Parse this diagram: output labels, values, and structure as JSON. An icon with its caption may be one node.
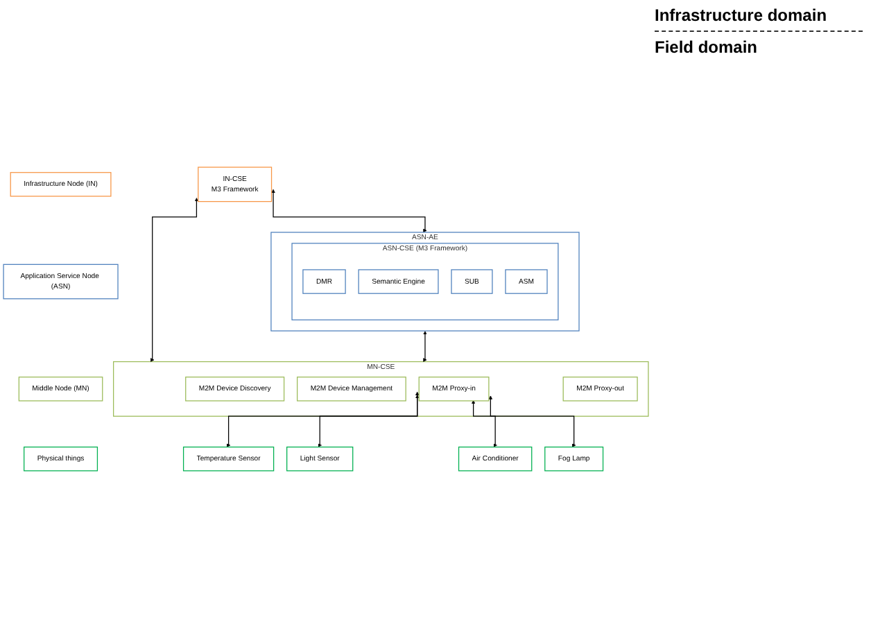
{
  "diagram": {
    "nodes": [
      {
        "text": [
          "Infrastructure Node (IN)"
        ]
      },
      {
        "text": [
          "IN-CSE",
          "M3 Framework"
        ]
      },
      {
        "text": [
          "Application Service Node (ASN)"
        ]
      },
      {
        "text": [
          "ASN-AE"
        ]
      },
      {
        "text": [
          "ASN-CSE (M3 Framework)"
        ],
        "in": 3
      },
      {
        "text": [
          "DMR"
        ],
        "in": 4
      },
      {
        "text": [
          "Semantic Engine"
        ],
        "in": 4
      },
      {
        "text": [
          "SUB"
        ],
        "in": 4
      },
      {
        "text": [
          "ASM"
        ],
        "in": 4
      },
      {
        "text": [
          "Middle Node (MN)"
        ]
      },
      {
        "text": [
          "MN-CSE"
        ]
      },
      {
        "text": [
          "M2M Device Discovery"
        ],
        "in": 10
      },
      {
        "text": [
          "M2M Device Management"
        ],
        "in": 10
      },
      {
        "text": [
          "M2M Proxy-in"
        ],
        "in": 10
      },
      {
        "text": [
          "M2M Proxy-out"
        ],
        "in": 10
      },
      {
        "text": [
          "Physical things"
        ]
      },
      {
        "text": [
          "Temperature Sensor"
        ]
      },
      {
        "text": [
          "Light Sensor"
        ]
      },
      {
        "text": [
          "Air Conditioner"
        ]
      },
      {
        "text": [
          "Fog Lamp"
        ]
      }
    ],
    "edges": [
      {
        "from": 1,
        "to": 3,
        "arrow": "both"
      },
      {
        "from": 1,
        "to": 10,
        "arrow": "both"
      },
      {
        "from": 3,
        "to": 10,
        "arrow": "both"
      },
      {
        "from": 13,
        "to": 16,
        "arrow": "both"
      },
      {
        "from": 13,
        "to": 17,
        "arrow": "both"
      },
      {
        "from": 13,
        "to": 18,
        "arrow": "both"
      },
      {
        "from": 13,
        "to": 19,
        "arrow": "both"
      }
    ],
    "labels": [
      "Infrastructure domain",
      "Field domain"
    ]
  }
}
